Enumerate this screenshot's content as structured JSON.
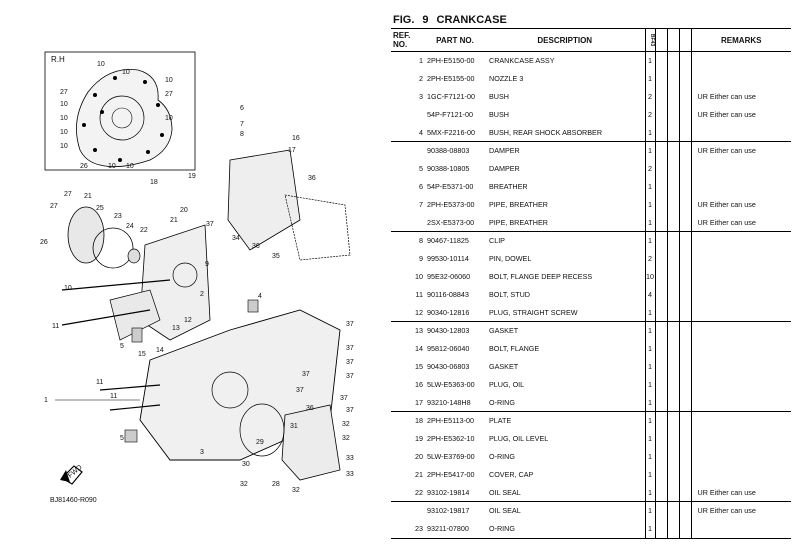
{
  "figure": {
    "prefix": "FIG.",
    "number": "9",
    "title": "CRANKCASE"
  },
  "diagram": {
    "inset_label": "R.H",
    "drawing_code": "BJ81460-R090",
    "fwd_label": "FWD",
    "callouts": [
      "1",
      "2",
      "3",
      "4",
      "5",
      "6",
      "7",
      "8",
      "9",
      "10",
      "11",
      "12",
      "13",
      "14",
      "15",
      "16",
      "17",
      "18",
      "19",
      "20",
      "21",
      "22",
      "23",
      "24",
      "25",
      "26",
      "27",
      "28",
      "29",
      "30",
      "31",
      "32",
      "33",
      "34",
      "35",
      "36",
      "37"
    ]
  },
  "table": {
    "headers": {
      "ref": "REF. NO.",
      "part": "PART NO.",
      "desc": "DESCRIPTION",
      "qty": "BF43",
      "remarks": "REMARKS"
    },
    "rows": [
      {
        "ref": "1",
        "part": "2PH-E5150-00",
        "desc": "CRANKCASE ASSY",
        "qty": "1",
        "remarks": "",
        "sep": false
      },
      {
        "ref": "2",
        "part": "2PH-E5155-00",
        "desc": "NOZZLE 3",
        "qty": "1",
        "remarks": "",
        "sep": false
      },
      {
        "ref": "3",
        "part": "1GC-F7121-00",
        "desc": "BUSH",
        "qty": "2",
        "remarks": "UR Either can use",
        "sep": false
      },
      {
        "ref": "",
        "part": "54P-F7121-00",
        "desc": "BUSH",
        "qty": "2",
        "remarks": "UR Either can use",
        "sep": false
      },
      {
        "ref": "4",
        "part": "5MX-F2216-00",
        "desc": "BUSH, REAR SHOCK ABSORBER",
        "qty": "1",
        "remarks": "",
        "sep": false
      },
      {
        "ref": "",
        "part": "90388-08803",
        "desc": "DAMPER",
        "qty": "1",
        "remarks": "UR Either can use",
        "sep": true
      },
      {
        "ref": "5",
        "part": "90388-10805",
        "desc": "DAMPER",
        "qty": "2",
        "remarks": "",
        "sep": false
      },
      {
        "ref": "6",
        "part": "54P-E5371-00",
        "desc": "BREATHER",
        "qty": "1",
        "remarks": "",
        "sep": false
      },
      {
        "ref": "7",
        "part": "2PH-E5373-00",
        "desc": "PIPE, BREATHER",
        "qty": "1",
        "remarks": "UR Either can use",
        "sep": false
      },
      {
        "ref": "",
        "part": "2SX-E5373-00",
        "desc": "PIPE, BREATHER",
        "qty": "1",
        "remarks": "UR Either can use",
        "sep": false
      },
      {
        "ref": "8",
        "part": "90467-11825",
        "desc": "CLIP",
        "qty": "1",
        "remarks": "",
        "sep": true
      },
      {
        "ref": "9",
        "part": "99530-10114",
        "desc": "PIN, DOWEL",
        "qty": "2",
        "remarks": "",
        "sep": false
      },
      {
        "ref": "10",
        "part": "95E32-06060",
        "desc": "BOLT, FLANGE DEEP RECESS",
        "qty": "10",
        "remarks": "",
        "sep": false
      },
      {
        "ref": "11",
        "part": "90116-08843",
        "desc": "BOLT, STUD",
        "qty": "4",
        "remarks": "",
        "sep": false
      },
      {
        "ref": "12",
        "part": "90340-12816",
        "desc": "PLUG, STRAIGHT SCREW",
        "qty": "1",
        "remarks": "",
        "sep": false
      },
      {
        "ref": "13",
        "part": "90430-12803",
        "desc": "GASKET",
        "qty": "1",
        "remarks": "",
        "sep": true
      },
      {
        "ref": "14",
        "part": "95812-06040",
        "desc": "BOLT, FLANGE",
        "qty": "1",
        "remarks": "",
        "sep": false
      },
      {
        "ref": "15",
        "part": "90430-06803",
        "desc": "GASKET",
        "qty": "1",
        "remarks": "",
        "sep": false
      },
      {
        "ref": "16",
        "part": "5LW-E5363-00",
        "desc": "PLUG, OIL",
        "qty": "1",
        "remarks": "",
        "sep": false
      },
      {
        "ref": "17",
        "part": "93210-148H8",
        "desc": "O-RING",
        "qty": "1",
        "remarks": "",
        "sep": false
      },
      {
        "ref": "18",
        "part": "2PH-E5113-00",
        "desc": "PLATE",
        "qty": "1",
        "remarks": "",
        "sep": true
      },
      {
        "ref": "19",
        "part": "2PH-E5362-10",
        "desc": "PLUG, OIL LEVEL",
        "qty": "1",
        "remarks": "",
        "sep": false
      },
      {
        "ref": "20",
        "part": "5LW-E3769-00",
        "desc": "O-RING",
        "qty": "1",
        "remarks": "",
        "sep": false
      },
      {
        "ref": "21",
        "part": "2PH-E5417-00",
        "desc": "COVER, CAP",
        "qty": "1",
        "remarks": "",
        "sep": false
      },
      {
        "ref": "22",
        "part": "93102-19814",
        "desc": "OIL SEAL",
        "qty": "1",
        "remarks": "UR Either can use",
        "sep": false
      },
      {
        "ref": "",
        "part": "93102-19817",
        "desc": "OIL SEAL",
        "qty": "1",
        "remarks": "UR Either can use",
        "sep": true
      },
      {
        "ref": "23",
        "part": "93211-07800",
        "desc": "O-RING",
        "qty": "1",
        "remarks": "",
        "sep": false
      }
    ]
  }
}
